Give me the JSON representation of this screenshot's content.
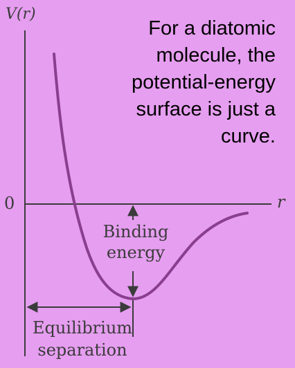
{
  "caption": {
    "lines": [
      "For a diatomic",
      "molecule, the",
      "potential-energy",
      "surface is just a",
      "curve."
    ]
  },
  "axes": {
    "y_label": "V(r)",
    "x_label": "r",
    "zero_label": "0"
  },
  "annotations": {
    "binding_energy": [
      "Binding",
      "energy"
    ],
    "equilibrium_separation": [
      "Equilibrium",
      "separation"
    ]
  },
  "colors": {
    "background": "#e69ef0",
    "curve": "#8a3e8e",
    "axis": "#3b3b3b"
  }
}
